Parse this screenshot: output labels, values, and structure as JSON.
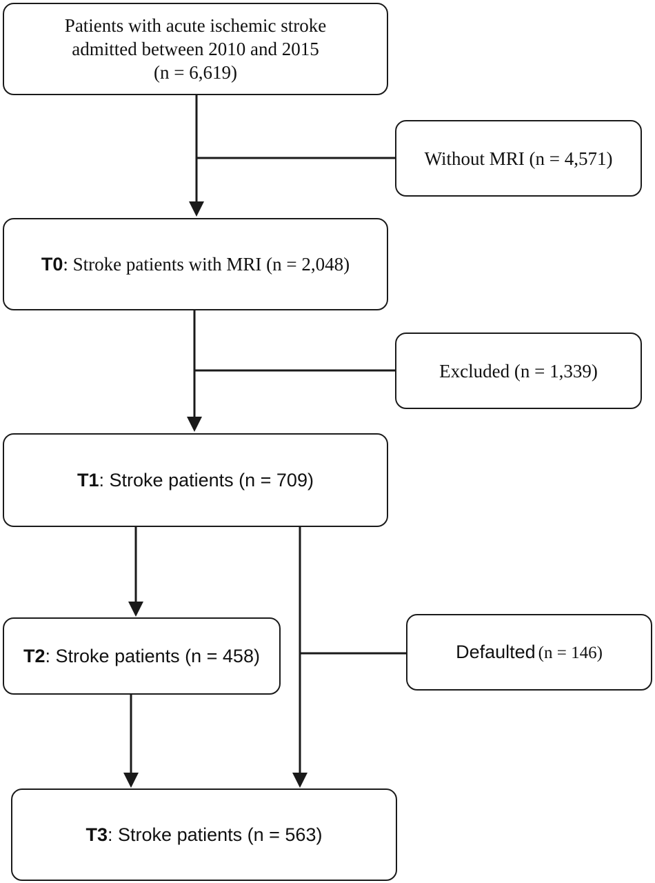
{
  "flow": {
    "start": {
      "line1": "Patients with acute ischemic stroke",
      "line2": "admitted between 2010 and 2015",
      "line3": "(n = 6,619)"
    },
    "excluded_mri": {
      "text": "Without MRI (n = 4,571)"
    },
    "t0": {
      "tag": "T0",
      "text": ": Stroke patients with MRI (n = 2,048)"
    },
    "excluded": {
      "text": "Excluded (n = 1,339)"
    },
    "t1": {
      "tag": "T1",
      "text": ": Stroke patients (n = 709)"
    },
    "t2": {
      "tag": "T2",
      "text": ": Stroke patients (n = 458)"
    },
    "defaulted": {
      "label": "Defaulted",
      "count": "(n = 146)"
    },
    "t3": {
      "tag": "T3",
      "text": ": Stroke patients (n = 563)"
    }
  },
  "colors": {
    "stroke": "#1a1a1a",
    "background": "#ffffff"
  }
}
